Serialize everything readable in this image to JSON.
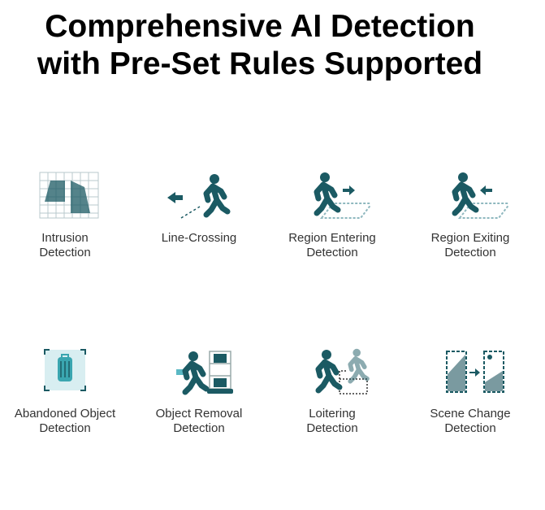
{
  "title": {
    "line1": "Comprehensive AI Detection",
    "line2": "with Pre-Set Rules Supported"
  },
  "colors": {
    "dark": "#1b5a63",
    "light": "#8fb8bf",
    "pale": "#d8eef1"
  },
  "features": [
    {
      "line1": "Intrusion",
      "line2": "Detection",
      "icon": "intrusion-icon"
    },
    {
      "line1": "Line-Crossing",
      "line2": "",
      "icon": "line-crossing-icon"
    },
    {
      "line1": "Region Entering",
      "line2": "Detection",
      "icon": "region-entering-icon"
    },
    {
      "line1": "Region Exiting",
      "line2": "Detection",
      "icon": "region-exiting-icon"
    },
    {
      "line1": "Abandoned Object",
      "line2": "Detection",
      "icon": "abandoned-object-icon"
    },
    {
      "line1": "Object Removal",
      "line2": "Detection",
      "icon": "object-removal-icon"
    },
    {
      "line1": "Loitering",
      "line2": "Detection",
      "icon": "loitering-icon"
    },
    {
      "line1": "Scene Change",
      "line2": "Detection",
      "icon": "scene-change-icon"
    }
  ]
}
